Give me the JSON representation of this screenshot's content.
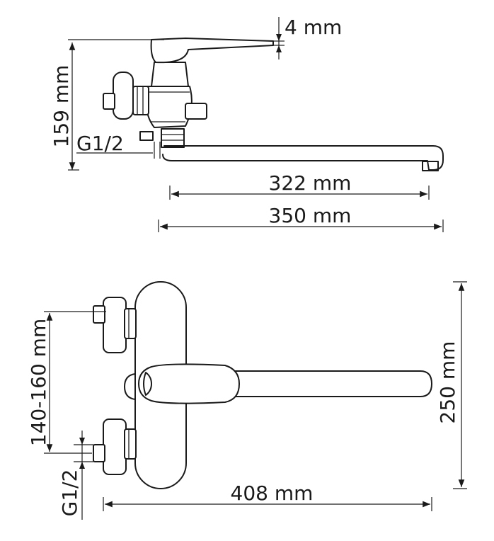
{
  "side_view": {
    "lever_offset": "4 mm",
    "height": "159 mm",
    "thread": "G1/2",
    "spout_reach": "322 mm",
    "total_length": "350 mm"
  },
  "front_view": {
    "center_distance": "140-160 mm",
    "thread": "G1/2",
    "height": "250 mm",
    "width": "408 mm"
  },
  "colors": {
    "line": "#1a1a1a",
    "background": "#ffffff"
  }
}
